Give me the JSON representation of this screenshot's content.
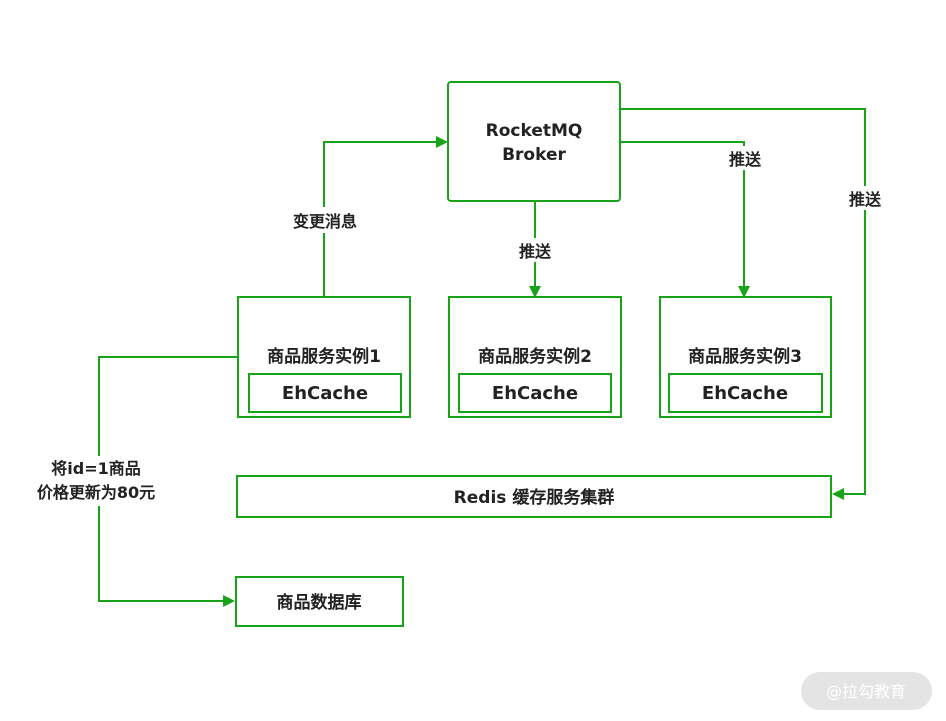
{
  "nodes": {
    "broker": {
      "line1": "RocketMQ",
      "line2": "Broker"
    },
    "instance1": {
      "title": "商品服务实例1",
      "cache": "EhCache"
    },
    "instance2": {
      "title": "商品服务实例2",
      "cache": "EhCache"
    },
    "instance3": {
      "title": "商品服务实例3",
      "cache": "EhCache"
    },
    "redis": {
      "label": "Redis 缓存服务集群"
    },
    "database": {
      "label": "商品数据库"
    }
  },
  "edges": {
    "change_message": "变更消息",
    "push_instance2": "推送",
    "push_instance3": "推送",
    "push_redis": "推送",
    "update_line1": "将id=1商品",
    "update_line2": "价格更新为80元"
  },
  "watermark": "@拉勾教育",
  "colors": {
    "stroke": "#19a319",
    "text": "#222222",
    "watermark_bg": "#e4e4e4"
  }
}
